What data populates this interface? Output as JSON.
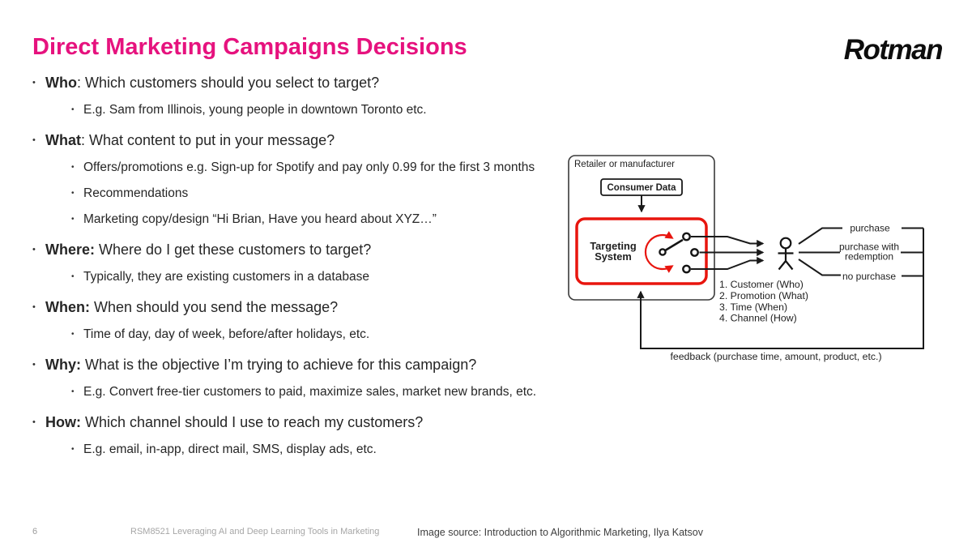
{
  "slide": {
    "title": "Direct Marketing Campaigns Decisions",
    "title_color": "#e6127e",
    "logo_text": "Rotman",
    "bullets": [
      {
        "term": "Who",
        "sep": ": ",
        "text": "Which customers should you select to target?",
        "subs": [
          "E.g. Sam from Illinois, young people in downtown Toronto etc."
        ]
      },
      {
        "term": "What",
        "sep": ": ",
        "text": "What content to put in your message?",
        "subs": [
          "Offers/promotions e.g. Sign-up for Spotify and pay only 0.99 for the first 3 months",
          "Recommendations",
          "Marketing copy/design “Hi Brian, Have you heard about XYZ…”"
        ]
      },
      {
        "term": "Where:",
        "sep": " ",
        "text": "Where do I get these customers to target?",
        "subs": [
          "Typically, they are existing customers in a database"
        ]
      },
      {
        "term": "When:",
        "sep": " ",
        "text": "When should you send the message?",
        "subs": [
          "Time of day, day of week, before/after holidays, etc."
        ]
      },
      {
        "term": "Why:",
        "sep": " ",
        "text": "What is the objective I’m trying to achieve for this campaign?",
        "subs": [
          "E.g. Convert free-tier customers to paid, maximize sales, market new brands, etc."
        ]
      },
      {
        "term": "How:",
        "sep": " ",
        "text": "Which channel should I use to reach my customers?",
        "subs": [
          "E.g. email, in-app, direct mail, SMS, display ads, etc."
        ]
      }
    ],
    "footer": {
      "page_number": "6",
      "course": "RSM8521 Leveraging AI and Deep Learning Tools in Marketing",
      "image_source": "Image source: Introduction to Algorithmic Marketing, Ilya Katsov"
    }
  },
  "diagram": {
    "red_color": "#e8150e",
    "outer_box_label": "Retailer or manufacturer",
    "consumer_data_label": "Consumer Data",
    "targeting_system_lines": [
      "Targeting",
      "System"
    ],
    "decisions": [
      "1. Customer (Who)",
      "2. Promotion (What)",
      "3. Time (When)",
      "4. Channel (How)"
    ],
    "outcomes": [
      [
        "purchase"
      ],
      [
        "purchase with",
        "redemption"
      ],
      [
        "no purchase"
      ]
    ],
    "feedback_label": "feedback (purchase time, amount, product, etc.)"
  }
}
